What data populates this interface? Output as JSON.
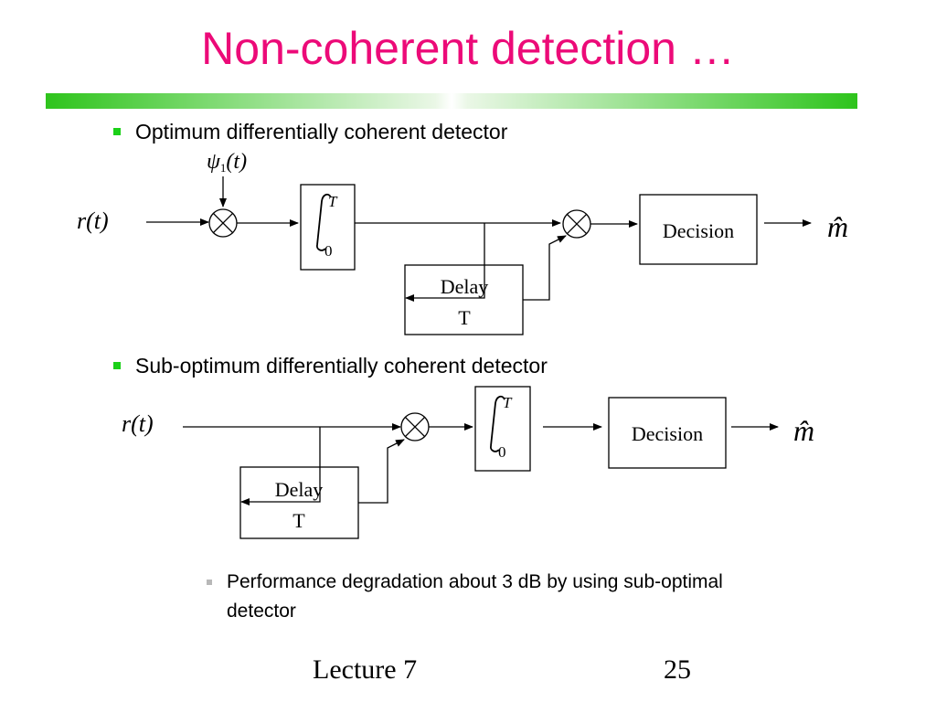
{
  "slide": {
    "title": "Non-coherent detection …",
    "bullets": [
      "Optimum differentially coherent detector",
      "Sub-optimum differentially coherent detector"
    ],
    "sub_bullet": "Performance degradation about 3 dB by using sub-optimal detector"
  },
  "diagram_optimum": {
    "input_label": "r(t)",
    "basis_label_symbol": "ψ",
    "basis_label_subscript": "1",
    "basis_label_arg": "(t)",
    "integrator_upper": "T",
    "integrator_lower": "0",
    "delay_line1": "Delay",
    "delay_line2": "T",
    "decision_label": "Decision",
    "output_label": "m̂"
  },
  "diagram_suboptimum": {
    "input_label": "r(t)",
    "integrator_upper": "T",
    "integrator_lower": "0",
    "delay_line1": "Delay",
    "delay_line2": "T",
    "decision_label": "Decision",
    "output_label": "m̂"
  },
  "footer": {
    "lecture": "Lecture 7",
    "page_number": "25"
  },
  "colors": {
    "title": "#ec0a78",
    "bullet_mark": "#1bd018",
    "sub_bullet_mark": "#b8b8b8",
    "accent_bar": "#2ec41c"
  }
}
